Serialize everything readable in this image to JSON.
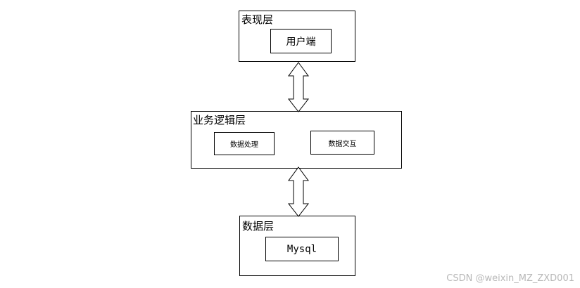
{
  "diagram": {
    "layers": [
      {
        "id": "presentation",
        "title": "表现层",
        "nodes": [
          "用户端"
        ]
      },
      {
        "id": "logic",
        "title": "业务逻辑层",
        "nodes": [
          "数据处理",
          "数据交互"
        ]
      },
      {
        "id": "data",
        "title": "数据层",
        "nodes": [
          "Mysql"
        ]
      }
    ],
    "connectors": [
      {
        "from": "presentation",
        "to": "logic",
        "type": "bidirectional-arrow"
      },
      {
        "from": "logic",
        "to": "data",
        "type": "bidirectional-arrow"
      }
    ],
    "colors": {
      "stroke": "#000000",
      "fill": "#ffffff",
      "watermark": "#b8b8b8"
    }
  },
  "watermark": "CSDN @weixin_MZ_ZXD001"
}
